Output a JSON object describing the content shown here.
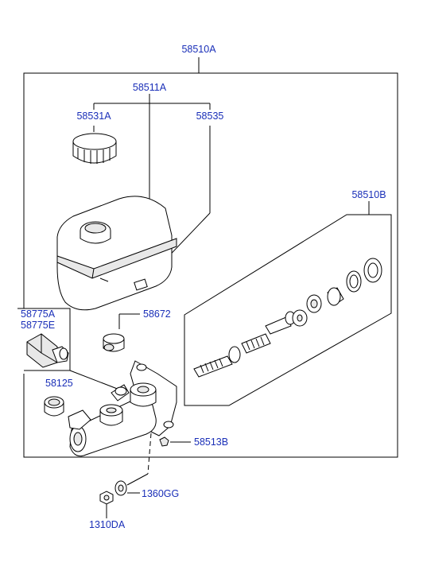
{
  "labels": {
    "assembly": "58510A",
    "reservoir_assembly": "58511A",
    "reservoir_cap": "58531A",
    "reservoir_label": "58535",
    "piston_kit": "58510B",
    "sensor_a": "58775A",
    "sensor_e": "58775E",
    "grommet": "58672",
    "plug": "58125",
    "fitting": "58513B",
    "washer": "1360GG",
    "nut": "1310DA"
  }
}
